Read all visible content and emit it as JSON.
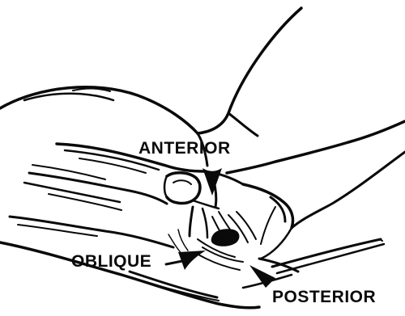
{
  "labels": {
    "anterior": "ANTERIOR",
    "oblique": "OBLIQUE",
    "posterior": "POSTERIOR"
  },
  "colors": {
    "ink": "#0a0a0a",
    "background": "#ffffff"
  }
}
